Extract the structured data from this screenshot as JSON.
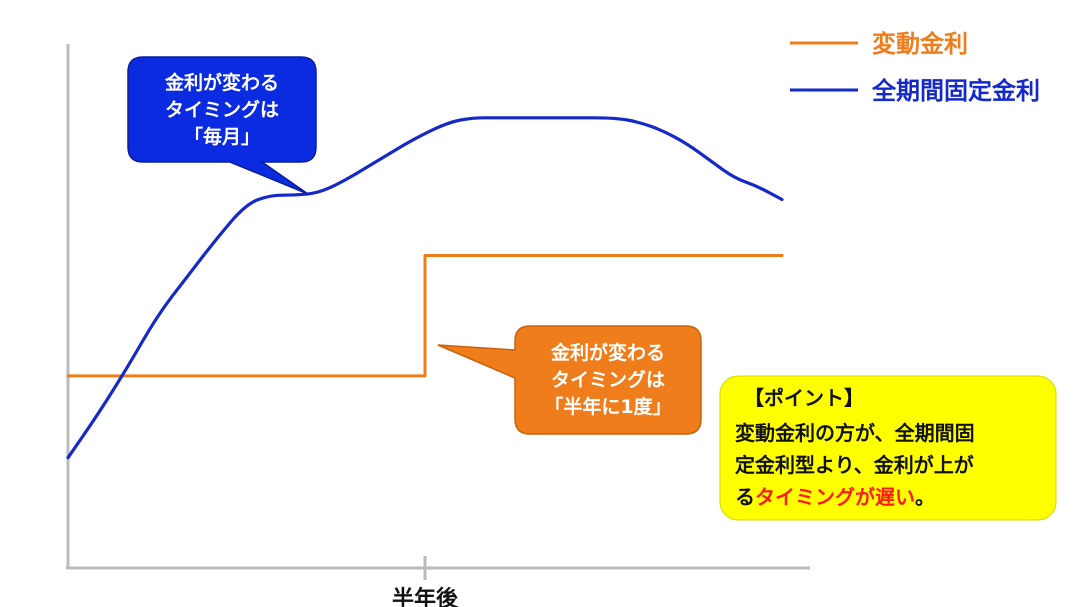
{
  "chart_data": {
    "type": "line",
    "xlabel": "",
    "ylabel": "",
    "title": "",
    "x_ticks": [
      {
        "x": 6,
        "label": "半年後"
      }
    ],
    "xlim": [
      0,
      12.5
    ],
    "ylim": [
      0,
      100
    ],
    "grid": false,
    "legend_position": "top-right",
    "series": [
      {
        "name": "変動金利",
        "color": "#f07d1c",
        "step": true,
        "x": [
          0,
          6,
          6,
          12
        ],
        "y": [
          40,
          40,
          68,
          68
        ]
      },
      {
        "name": "全期間固定金利",
        "color": "#1528c8",
        "step": false,
        "x": [
          0,
          0.5,
          1,
          1.5,
          2,
          2.5,
          3,
          3.4,
          3.8,
          4.2,
          4.6,
          5.2,
          5.8,
          6.4,
          6.8,
          7.2,
          7.6,
          8.4,
          9.2,
          9.6,
          10.0,
          10.4,
          10.8,
          11.2,
          11.6,
          12.0
        ],
        "y": [
          21,
          31,
          42,
          54,
          63,
          72,
          80,
          82,
          82,
          82.5,
          85,
          90,
          95,
          99,
          100,
          100,
          100,
          100,
          100,
          99,
          97,
          94,
          90,
          86,
          84,
          81
        ]
      }
    ],
    "annotations": [
      {
        "target": "全期間固定金利",
        "lines": [
          "金利が変わる",
          "タイミングは",
          "「毎月」"
        ]
      },
      {
        "target": "変動金利",
        "lines": [
          "金利が変わる",
          "タイミングは",
          "「半年に1度」"
        ]
      }
    ],
    "point_box": {
      "lines": [
        [
          {
            "text": "【ポイント】",
            "highlight": false
          }
        ],
        [
          {
            "text": "変動金利の方が、全期間固",
            "highlight": false
          }
        ],
        [
          {
            "text": "定金利型より、金利が上が",
            "highlight": false
          }
        ],
        [
          {
            "text": "る",
            "highlight": false
          },
          {
            "text": "タイミングが遅い",
            "highlight": true
          },
          {
            "text": "。",
            "highlight": false
          }
        ]
      ],
      "background": "#ffff00",
      "text_color": "#111111",
      "highlight_color": "#ff1a1a"
    }
  }
}
